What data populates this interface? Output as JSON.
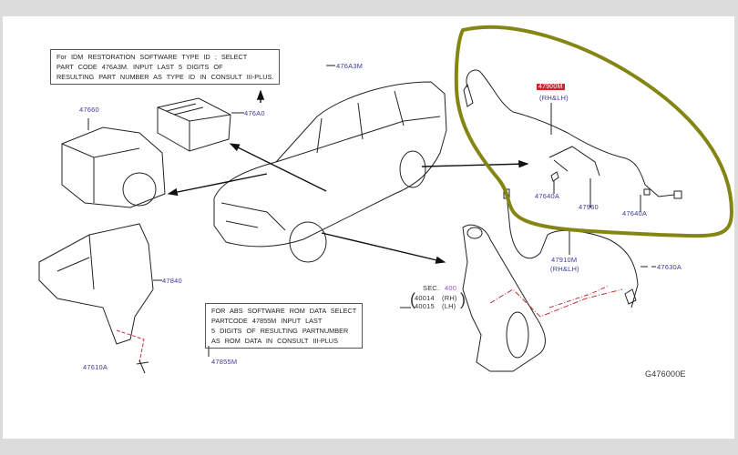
{
  "notes": {
    "idm": [
      "For  IDM  RESTORATION  SOFTWARE  TYPE  ID  ;  SELECT",
      "PART  CODE  476A3M.  INPUT  LAST  5  DIGITS  OF",
      "RESULTING  PART  NUMBER  AS  TYPE  ID  IN  CONSULT  III-PLUS."
    ],
    "abs": [
      "FOR  ABS  SOFTWARE  ROM  DATA  SELECT",
      "PARTCODE  47855M  INPUT  LAST",
      "5  DIGITS  OF  RESULTING  PARTNUMBER",
      "AS  ROM  DATA  IN  CONSULT  III-PLUS"
    ]
  },
  "parts": {
    "p476A3M": "476A3M",
    "p476A0": "476A0",
    "p47660": "47660",
    "p47840": "47840",
    "p47610A": "47610A",
    "p47855M": "47855M",
    "p47900M": "47900M",
    "p47900M_side": "(RH&LH)",
    "p47640A_1": "47640A",
    "p47960": "47960",
    "p47640A_2": "47640A",
    "p47910M": "47910M",
    "p47910M_side": "(RH&LH)",
    "p47630A": "47630A"
  },
  "section": {
    "sec_label": "SEC.",
    "sec_num": "400",
    "rh_code": "40014",
    "rh": "(RH)",
    "lh_code": "40015",
    "lh": "(LH)"
  },
  "diagram_id": "G476000E",
  "colors": {
    "highlight_circle": "#858514",
    "callout_red": "#d8222e",
    "label_blue": "#3a3a9a"
  }
}
